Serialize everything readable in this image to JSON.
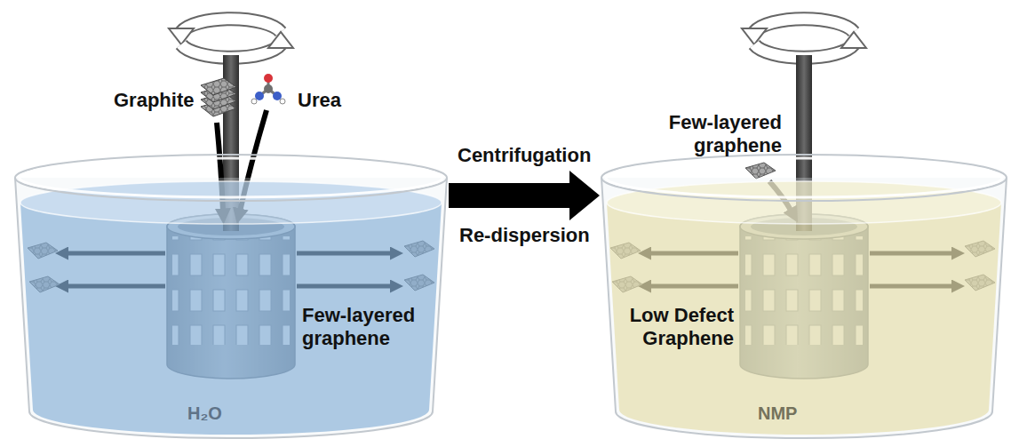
{
  "diagram": {
    "nodes": [
      {
        "text": [
          "H₂O"
        ]
      },
      {
        "text": [
          "NMP"
        ]
      }
    ],
    "edges": [
      {
        "from": 0,
        "to": 1,
        "arrow": "to",
        "label": "Centrifugation"
      }
    ],
    "labels": [
      "Graphite",
      "Urea",
      "Few-layered graphene",
      "Re-dispersion",
      "Few-layered graphene",
      "Low Defect Graphene"
    ]
  }
}
